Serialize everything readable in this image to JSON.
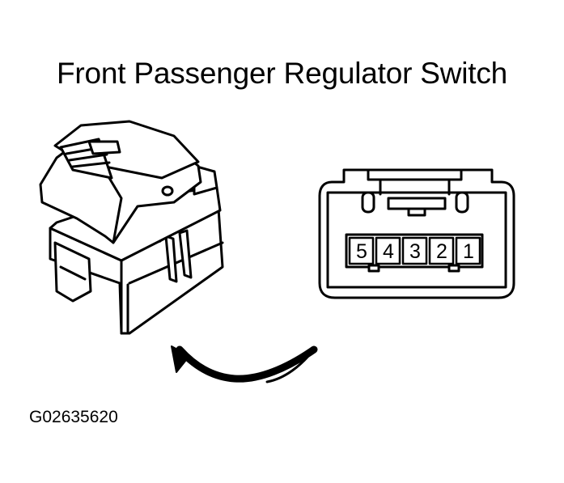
{
  "title": "Front Passenger Regulator Switch",
  "figure_code": "G02635620",
  "connector": {
    "pins": [
      "5",
      "4",
      "3",
      "2",
      "1"
    ]
  },
  "icons": {
    "switch": "window-switch-illustration",
    "connector": "connector-face-view",
    "arrow": "curved-arrow-left"
  }
}
